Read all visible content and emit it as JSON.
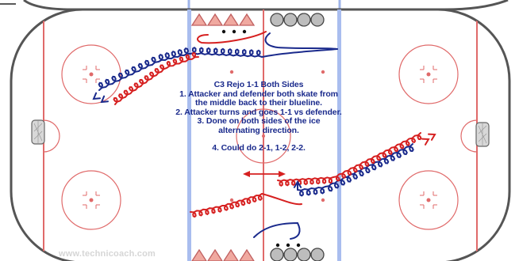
{
  "title": "C3 Rejo 1-1 Both Sides",
  "instructions": [
    "1. Attacker and defender both skate from",
    "the middle back to their blueline.",
    "2. Attacker turns and goes 1-1 vs defender.",
    "3. Done on both sides of the ice",
    "alternating direction."
  ],
  "variation": "4.  Could do 2-1, 1-2, 2-2.",
  "watermark": "www.technicoach.com",
  "colors": {
    "rink_line_red": "#e06a6a",
    "blue_line": "#9fb4ea",
    "board": "#555555",
    "forward_skate": "#1a2a8c",
    "defender_skate": "#d62020",
    "text": "#1a2a8c",
    "cone_fill": "#f0a9a0",
    "puck_circle_fill": "#bdbdbd"
  },
  "symbols": {
    "attacker": "triangle-icon",
    "defender": "circle-icon",
    "puck": "puck-dot-icon"
  }
}
